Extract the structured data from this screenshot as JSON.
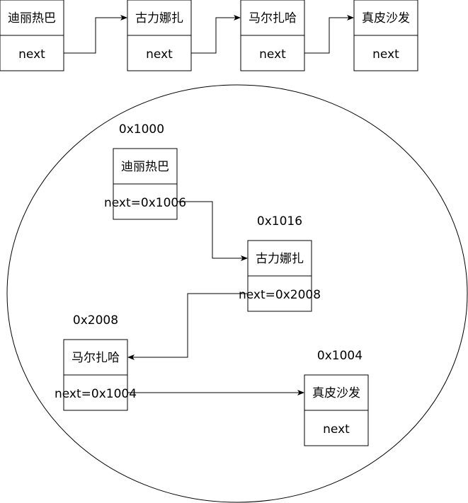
{
  "linked_list": {
    "nodes": [
      {
        "name": "迪丽热巴",
        "pointer": "next"
      },
      {
        "name": "古力娜扎",
        "pointer": "next"
      },
      {
        "name": "马尔扎哈",
        "pointer": "next"
      },
      {
        "name": "真皮沙发",
        "pointer": "next"
      }
    ]
  },
  "memory": {
    "nodes": [
      {
        "address": "0x1000",
        "name": "迪丽热巴",
        "pointer": "next=0x1006"
      },
      {
        "address": "0x1016",
        "name": "古力娜扎",
        "pointer": "next=0x2008"
      },
      {
        "address": "0x2008",
        "name": "马尔扎哈",
        "pointer": "next=0x1004"
      },
      {
        "address": "0x1004",
        "name": "真皮沙发",
        "pointer": "next"
      }
    ]
  },
  "colors": {
    "stroke": "#000000",
    "fill": "#ffffff"
  }
}
